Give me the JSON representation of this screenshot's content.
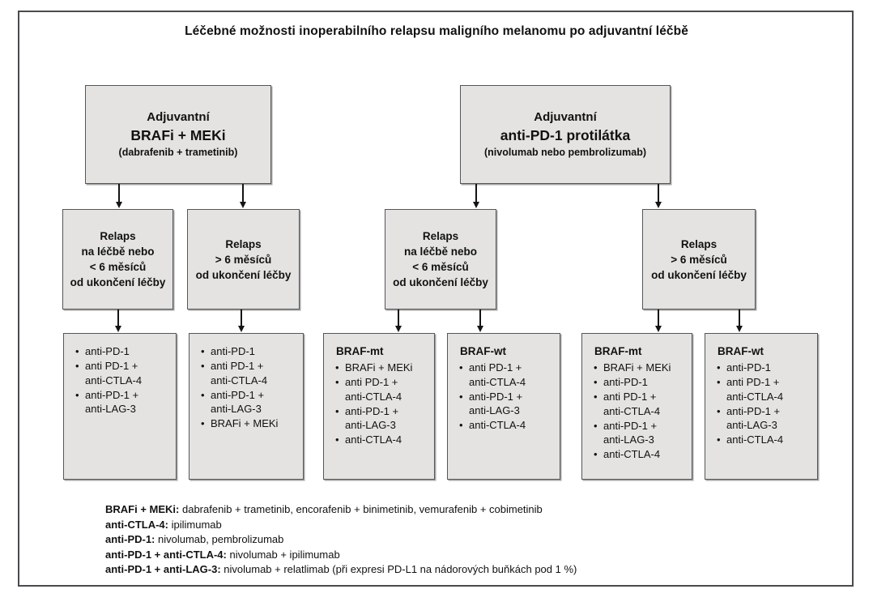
{
  "title": "Léčebné možnosti inoperabilního relapsu maligního melanomu po adjuvantní léčbě",
  "colors": {
    "box_fill": "#e4e3e1",
    "box_border": "#55565a",
    "frame_border": "#4a4b4f",
    "arrow": "#141414",
    "text": "#111111"
  },
  "adjuvant_boxes": [
    {
      "line1": "Adjuvantní",
      "line2": "BRAFi + MEKi",
      "line3": "(dabrafenib + trametinib)"
    },
    {
      "line1": "Adjuvantní",
      "line2": "anti-PD-1 protilátka",
      "line3": "(nivolumab nebo pembrolizumab)"
    }
  ],
  "relapse_boxes": [
    {
      "text": "Relaps\nna léčbě nebo\n< 6 měsíců\nod ukončení léčby"
    },
    {
      "text": "Relaps\n> 6 měsíců\nod ukončení léčby"
    },
    {
      "text": "Relaps\nna léčbě nebo\n< 6 měsíců\nod ukončení léčby"
    },
    {
      "text": "Relaps\n> 6 měsíců\nod ukončení léčby"
    }
  ],
  "treatment_boxes": [
    {
      "header": "",
      "items": [
        "anti-PD-1",
        "anti PD-1 +\nanti-CTLA-4",
        "anti-PD-1 +\nanti-LAG-3"
      ]
    },
    {
      "header": "",
      "items": [
        "anti-PD-1",
        "anti PD-1 +\nanti-CTLA-4",
        "anti-PD-1 +\nanti-LAG-3",
        "BRAFi + MEKi"
      ]
    },
    {
      "header": "BRAF-mt",
      "items": [
        "BRAFi + MEKi",
        "anti PD-1 +\nanti-CTLA-4",
        "anti-PD-1 +\nanti-LAG-3",
        "anti-CTLA-4"
      ]
    },
    {
      "header": "BRAF-wt",
      "items": [
        "anti PD-1 +\nanti-CTLA-4",
        "anti-PD-1 +\nanti-LAG-3",
        "anti-CTLA-4"
      ]
    },
    {
      "header": "BRAF-mt",
      "items": [
        "BRAFi + MEKi",
        "anti-PD-1",
        "anti PD-1 +\nanti-CTLA-4",
        "anti-PD-1 +\nanti-LAG-3",
        "anti-CTLA-4"
      ]
    },
    {
      "header": "BRAF-wt",
      "items": [
        "anti-PD-1",
        "anti PD-1 +\nanti-CTLA-4",
        "anti-PD-1 +\nanti-LAG-3",
        "anti-CTLA-4"
      ]
    }
  ],
  "legend": [
    {
      "label": "BRAFi + MEKi:",
      "text": " dabrafenib + trametinib, encorafenib + binimetinib, vemurafenib + cobimetinib"
    },
    {
      "label": "anti-CTLA-4:",
      "text": " ipilimumab"
    },
    {
      "label": "anti-PD-1:",
      "text": " nivolumab, pembrolizumab"
    },
    {
      "label": "anti-PD-1 + anti-CTLA-4:",
      "text": " nivolumab + ipilimumab"
    },
    {
      "label": "anti-PD-1 + anti-LAG-3:",
      "text": " nivolumab + relatlimab (při expresi PD-L1 na nádorových buňkách pod 1 %)"
    }
  ]
}
